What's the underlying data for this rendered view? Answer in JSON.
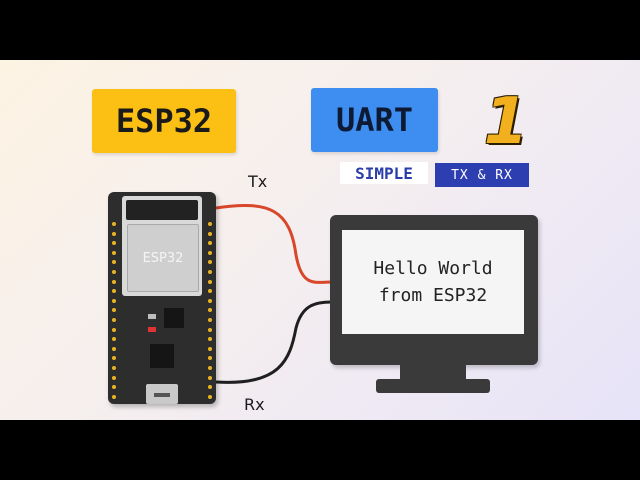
{
  "header": {
    "tag1": "ESP32",
    "tag2": "UART",
    "episode_number": "1",
    "subtitle_a": "SIMPLE",
    "subtitle_b": "TX & RX"
  },
  "wires": {
    "tx_label": "Tx",
    "rx_label": "Rx"
  },
  "board": {
    "module_label": "ESP32"
  },
  "monitor": {
    "line1": "Hello World",
    "line2": "from ESP32"
  },
  "colors": {
    "tag1_bg": "#fbc013",
    "tag2_bg": "#3d8ef0",
    "number": "#f2b01e",
    "tx_wire": "#d9472a",
    "rx_wire": "#1f1f1f"
  }
}
